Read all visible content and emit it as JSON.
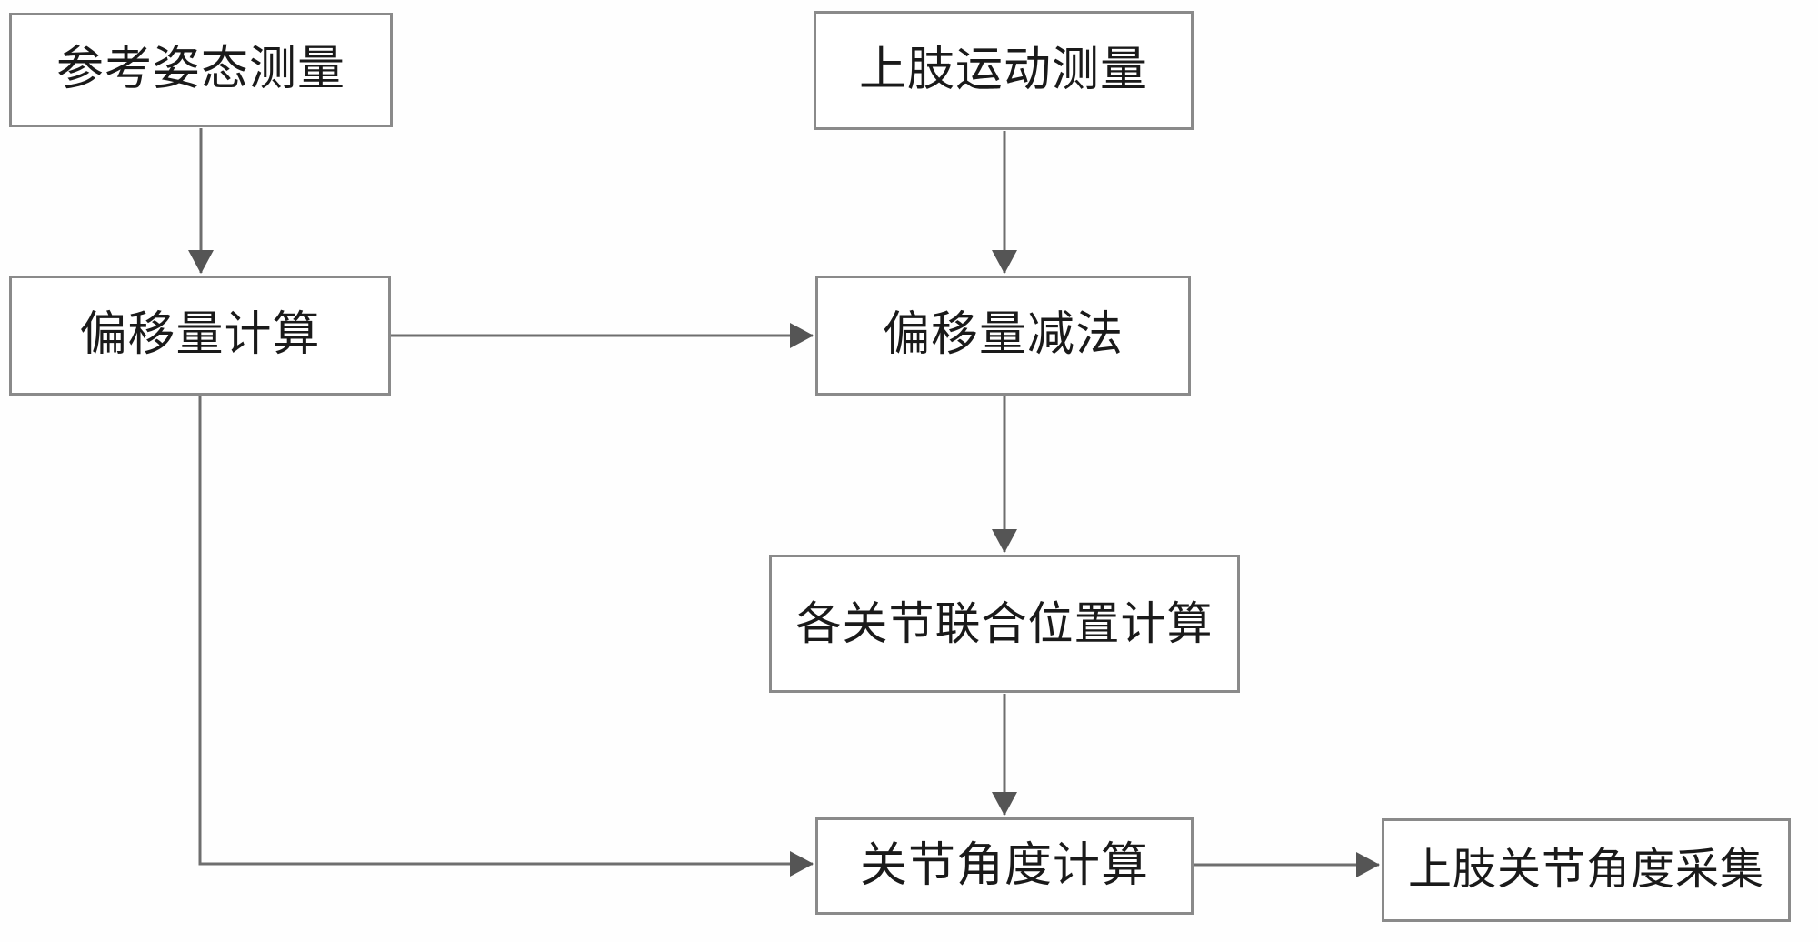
{
  "diagram": {
    "type": "flowchart",
    "colors": {
      "background": "#fefefe",
      "box_fill": "#ffffff",
      "box_border": "#8a8a8a",
      "line": "#6e6e6e",
      "arrowhead": "#555555",
      "text": "#1a1a1a"
    },
    "nodes": [
      {
        "id": "reference-posture-measurement",
        "label": "参考姿态测量"
      },
      {
        "id": "upper-limb-motion-measurement",
        "label": "上肢运动测量"
      },
      {
        "id": "offset-calculation",
        "label": "偏移量计算"
      },
      {
        "id": "offset-subtraction",
        "label": "偏移量减法"
      },
      {
        "id": "joint-union-position-calculation",
        "label": "各关节联合位置计算"
      },
      {
        "id": "joint-angle-calculation",
        "label": "关节角度计算"
      },
      {
        "id": "upper-limb-joint-angle-collection",
        "label": "上肢关节角度采集"
      }
    ],
    "edges": [
      {
        "from": "reference-posture-measurement",
        "to": "offset-calculation",
        "shape": "straight-down"
      },
      {
        "from": "upper-limb-motion-measurement",
        "to": "offset-subtraction",
        "shape": "straight-down"
      },
      {
        "from": "offset-calculation",
        "to": "offset-subtraction",
        "shape": "straight-right"
      },
      {
        "from": "offset-subtraction",
        "to": "joint-union-position-calculation",
        "shape": "straight-down"
      },
      {
        "from": "joint-union-position-calculation",
        "to": "joint-angle-calculation",
        "shape": "straight-down"
      },
      {
        "from": "offset-calculation",
        "to": "joint-angle-calculation",
        "shape": "down-then-right"
      },
      {
        "from": "joint-angle-calculation",
        "to": "upper-limb-joint-angle-collection",
        "shape": "straight-right"
      }
    ]
  }
}
